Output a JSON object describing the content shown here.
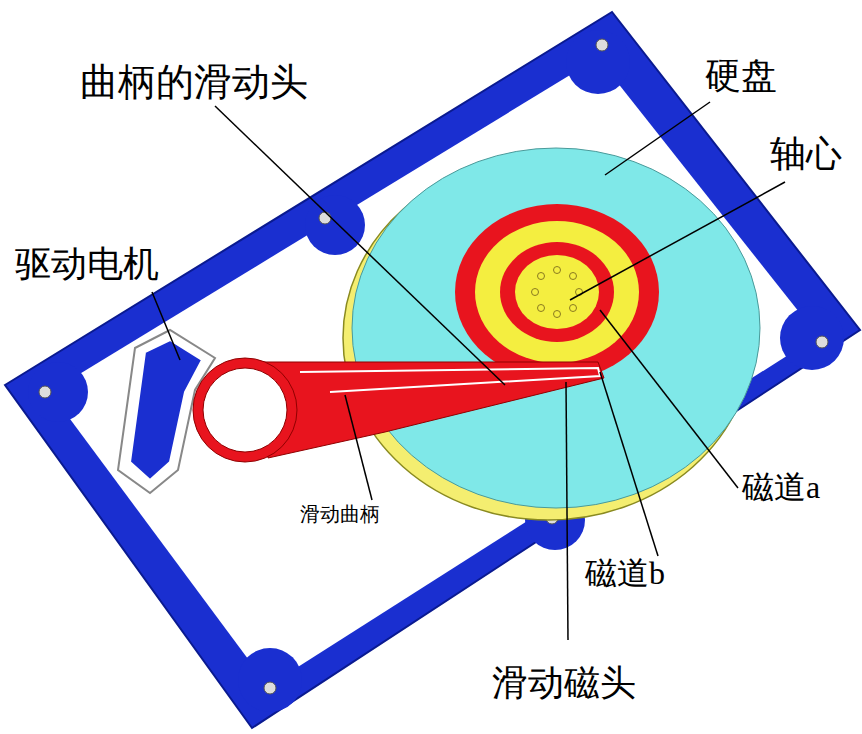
{
  "diagram": {
    "labels": [
      "曲柄的滑动头",
      "硬盘",
      "轴心",
      "驱动电机",
      "滑动曲柄",
      "磁道a",
      "磁道b",
      "滑动磁头"
    ]
  }
}
